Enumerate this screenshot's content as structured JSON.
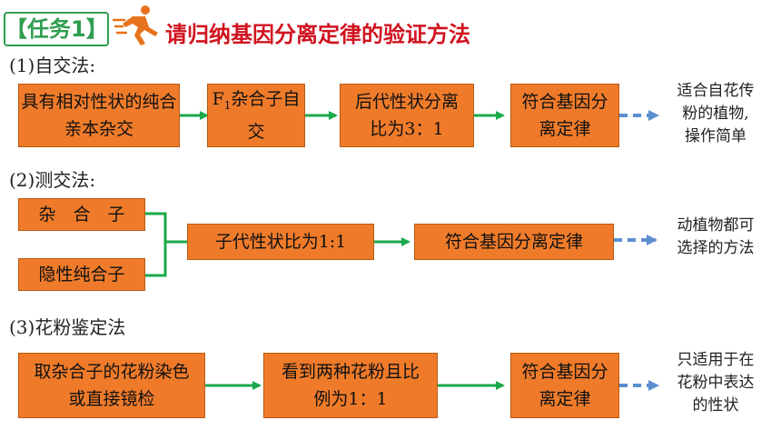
{
  "header": {
    "task_label": "【任务1】",
    "title": "请归纳基因分离定律的验证方法"
  },
  "methods": {
    "selfing": {
      "label": "(1)自交法:",
      "steps": [
        "具有相对性状的纯合亲本杂交",
        "F",
        "1",
        "杂合子自交",
        "后代性状分离比为3：1",
        "符合基因分离定律"
      ],
      "note": [
        "适合自花传",
        "粉的植物,",
        "操作简单"
      ]
    },
    "testcross": {
      "label": "(2)测交法:",
      "inputs": [
        "杂　合　子",
        "隐性纯合子"
      ],
      "result": "子代性状比为1:1",
      "conclusion": "符合基因分离定律",
      "note": [
        "动植物都可",
        "选择的方法"
      ]
    },
    "pollen": {
      "label": "(3)花粉鉴定法",
      "steps": [
        "取杂合子的花粉染色或直接镜检",
        "看到两种花粉且比例为1：1",
        "符合基因分离定律"
      ],
      "note": [
        "只适用于在",
        "花粉中表达",
        "的性状"
      ]
    }
  },
  "colors": {
    "box_fill": "#ef7b2a",
    "arrow_green": "#1aaa4a",
    "arrow_dashed": "#5b8fd1",
    "title_red": "#d0131f"
  }
}
